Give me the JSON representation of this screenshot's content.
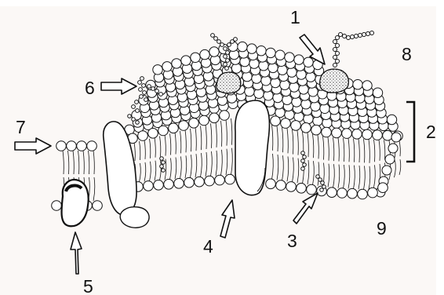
{
  "labels": {
    "l1": "1",
    "l2": "2",
    "l3": "3",
    "l4": "4",
    "l5": "5",
    "l6": "6",
    "l7": "7",
    "l8": "8",
    "l9": "9"
  },
  "colors": {
    "ink": "#111111",
    "head_fill": "#ffffff",
    "background": "#fbf8f6"
  }
}
